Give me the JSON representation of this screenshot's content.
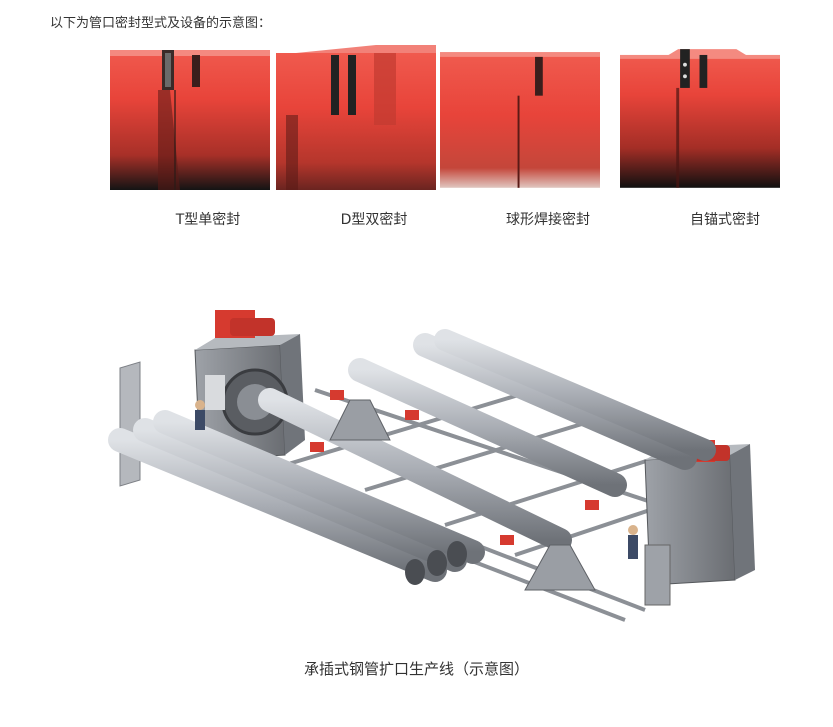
{
  "intro_text": "以下为管口密封型式及设备的示意图：",
  "seals": [
    {
      "label": "T型单密封"
    },
    {
      "label": "D型双密封"
    },
    {
      "label": "球形焊接密封"
    },
    {
      "label": "自锚式密封"
    }
  ],
  "production_caption": "承插式钢管扩口生产线（示意图）",
  "colors": {
    "pipe_red": "#e8443a",
    "pipe_dark": "#1c1c1c",
    "machine_gray": "#8d9096",
    "pipe_steel": "#b7bbc2",
    "motor_red": "#d63a2f"
  }
}
